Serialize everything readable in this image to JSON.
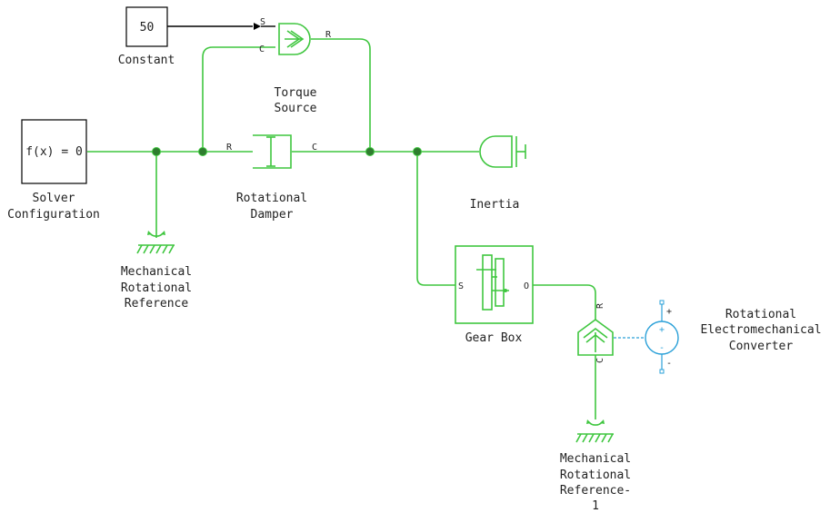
{
  "blocks": {
    "constant": {
      "value": "50",
      "label": "Constant"
    },
    "torque_source": {
      "label_line1": "Torque",
      "label_line2": "Source",
      "port_s": "S",
      "port_c": "C",
      "port_r": "R"
    },
    "solver": {
      "expr": "f(x) = 0",
      "label_line1": "Solver",
      "label_line2": "Configuration"
    },
    "damper": {
      "label_line1": "Rotational",
      "label_line2": "Damper",
      "port_r": "R",
      "port_c": "C"
    },
    "inertia": {
      "label": "Inertia"
    },
    "mech_ref": {
      "label_line1": "Mechanical",
      "label_line2": "Rotational",
      "label_line3": "Reference"
    },
    "gear_box": {
      "label": "Gear Box",
      "port_s": "S",
      "port_o": "O"
    },
    "converter": {
      "label_line1": "Rotational",
      "label_line2": "Electromechanical",
      "label_line3": "Converter",
      "port_r": "R",
      "port_c": "C",
      "plus": "+",
      "minus": "-"
    },
    "mech_ref_1": {
      "label_line1": "Mechanical",
      "label_line2": "Rotational",
      "label_line3": "Reference-",
      "label_line4": "1"
    }
  },
  "colors": {
    "physical_line": "#3fc63f",
    "signal_line": "#000000",
    "electrical_link": "#2aa0d8",
    "circle": "#2aa0d8"
  }
}
